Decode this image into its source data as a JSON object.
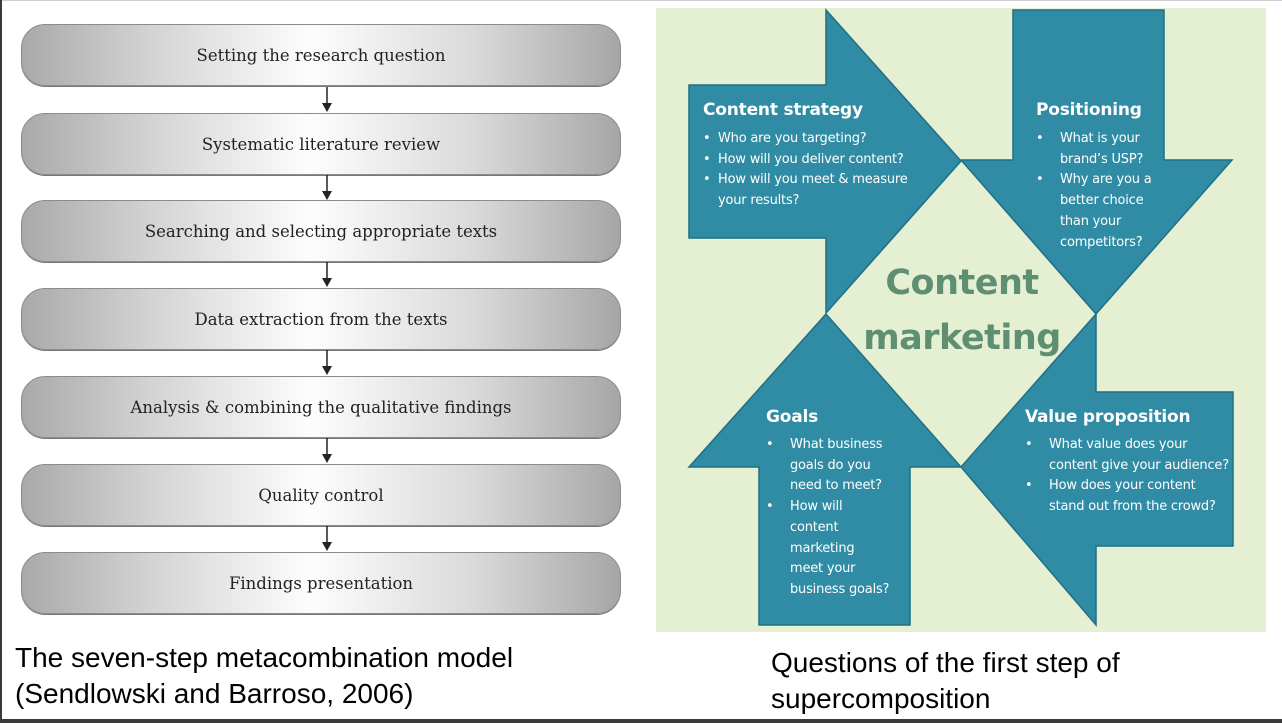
{
  "steps": [
    "Setting the research question",
    "Systematic literature review",
    "Searching and selecting appropriate texts",
    "Data extraction from the texts",
    "Analysis & combining the qualitative findings",
    "Quality control",
    "Findings presentation"
  ],
  "captions": {
    "left_line1": "The seven-step metacombination model",
    "left_line2": "(Sendlowski and Barroso, 2006)",
    "right_line1": "Questions of the first step of",
    "right_line2": "supercomposition"
  },
  "diagram": {
    "center_line1": "Content",
    "center_line2": "marketing",
    "content_strategy": {
      "title": "Content strategy",
      "items": [
        "Who are you targeting?",
        "How will you deliver content?",
        "How will you meet & measure",
        "your results?"
      ]
    },
    "positioning": {
      "title": "Positioning",
      "items": [
        "What is your",
        "brand’s USP?",
        "Why are you a",
        "better choice",
        "than your",
        "competitors?"
      ]
    },
    "goals": {
      "title": "Goals",
      "items": [
        "What business",
        "goals do you",
        "need to meet?",
        "How will",
        "content",
        "marketing",
        "meet your",
        "business goals?"
      ]
    },
    "value_proposition": {
      "title": "Value proposition",
      "items": [
        "What value does your",
        "content give your audience?",
        "How does your content",
        "stand out from the crowd?"
      ]
    },
    "colors": {
      "arrow_fill": "#2f8ca4",
      "arrow_edge": "#1f6f86",
      "background": "#e5f0d3",
      "center_text": "#5f8f73"
    }
  }
}
